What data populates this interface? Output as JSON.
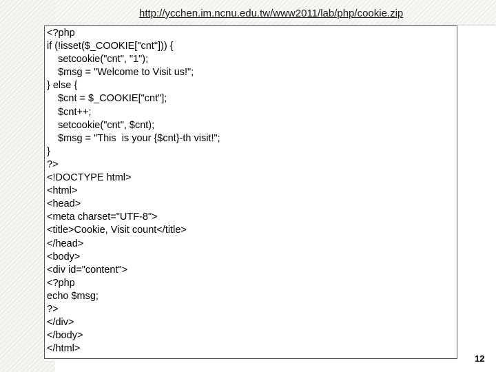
{
  "header": {
    "url": "http://ycchen.im.ncnu.edu.tw/www2011/lab/php/cookie.zip"
  },
  "code": {
    "lines": [
      "<?php",
      "if (!isset($_COOKIE[\"cnt\"])) {",
      "    setcookie(\"cnt\", \"1\");",
      "    $msg = \"Welcome to Visit us!\";",
      "} else {",
      "    $cnt = $_COOKIE[\"cnt\"];",
      "    $cnt++;",
      "    setcookie(\"cnt\", $cnt);",
      "    $msg = \"This  is your {$cnt}-th visit!\";",
      "}",
      "?>",
      "<!DOCTYPE html>",
      "<html>",
      "<head>",
      "<meta charset=\"UTF-8\">",
      "<title>Cookie, Visit count</title>",
      "</head>",
      "<body>",
      "<div id=\"content\">",
      "<?php",
      "echo $msg;",
      "?>",
      "</div>",
      "</body>",
      "</html>"
    ]
  },
  "footer": {
    "page_number": "12"
  }
}
